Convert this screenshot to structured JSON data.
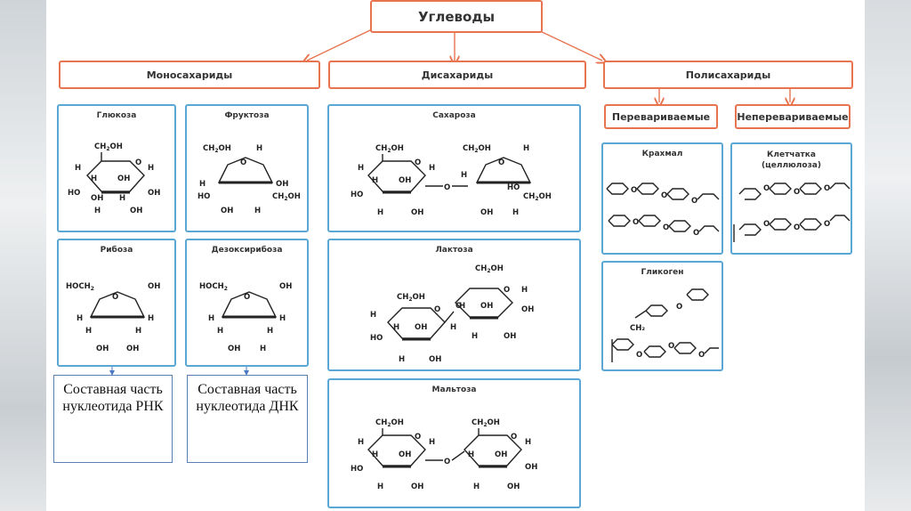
{
  "title": "Углеводы",
  "categories": {
    "mono": "Моносахариды",
    "di": "Дисахариды",
    "poly": "Полисахариды"
  },
  "poly_sub": {
    "digestible": "Перевариваемые",
    "indigestible": "Неперевариваемые"
  },
  "panels": {
    "glucose": "Глюкоза",
    "fructose": "Фруктоза",
    "ribose": "Рибоза",
    "deoxyribose": "Дезоксирибоза",
    "sucrose": "Сахароза",
    "lactose": "Лактоза",
    "maltose": "Мальтоза",
    "starch": "Крахмал",
    "cellulose": "Клетчатка\n(целлюлоза)",
    "glycogen": "Гликоген"
  },
  "notes": {
    "rna": "Составная часть нуклеотида РНК",
    "dna": "Составная часть нуклеотида ДНК"
  },
  "colors": {
    "orange": "#e8734f",
    "blue": "#5aa7d6",
    "note_border": "#5b7fb5"
  }
}
